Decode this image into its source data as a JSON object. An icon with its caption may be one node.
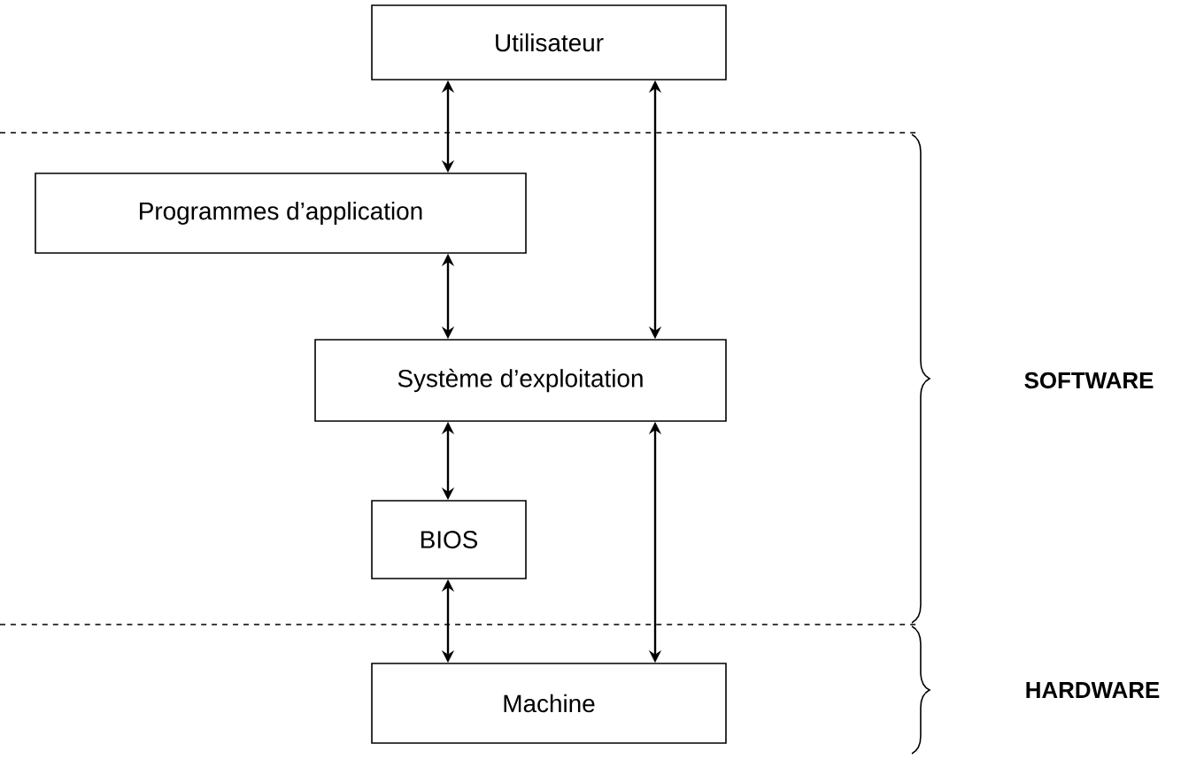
{
  "diagram": {
    "nodes": [
      {
        "text": [
          "Utilisateur"
        ]
      },
      {
        "text": [
          "Programmes d’application"
        ]
      },
      {
        "text": [
          "Système d’exploitation"
        ]
      },
      {
        "text": [
          "BIOS"
        ]
      },
      {
        "text": [
          "Machine"
        ]
      }
    ],
    "edges": [
      {
        "from": 0,
        "to": 1,
        "arrow": "both"
      },
      {
        "from": 0,
        "to": 2,
        "arrow": "both"
      },
      {
        "from": 1,
        "to": 2,
        "arrow": "both"
      },
      {
        "from": 2,
        "to": 3,
        "arrow": "both"
      },
      {
        "from": 2,
        "to": 4,
        "arrow": "both"
      },
      {
        "from": 3,
        "to": 4,
        "arrow": "both"
      }
    ],
    "labels": [
      "SOFTWARE",
      "HARDWARE"
    ]
  }
}
